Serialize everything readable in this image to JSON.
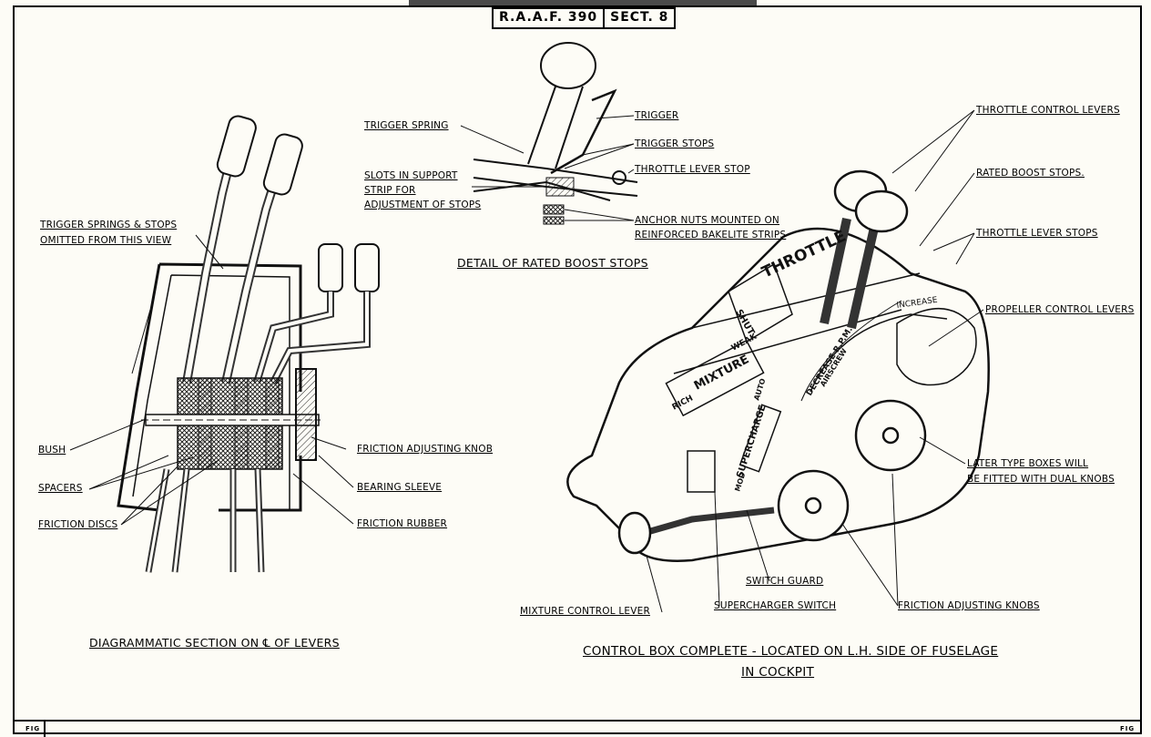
{
  "header": {
    "ref_left": "R.A.A.F. 390",
    "ref_right": "SECT. 8"
  },
  "section_view": {
    "caption": "DIAGRAMMATIC SECTION ON ℄ OF LEVERS",
    "labels": {
      "trigger_springs_1": "TRIGGER SPRINGS & STOPS",
      "trigger_springs_2": "OMITTED FROM THIS VIEW",
      "bush": "BUSH",
      "spacers": "SPACERS",
      "friction_discs": "FRICTION DISCS",
      "friction_adjusting_knob": "FRICTION ADJUSTING KNOB",
      "bearing_sleeve": "BEARING SLEEVE",
      "friction_rubber": "FRICTION RUBBER"
    }
  },
  "detail_view": {
    "caption": "DETAIL OF RATED BOOST STOPS",
    "labels": {
      "trigger_spring": "TRIGGER SPRING",
      "trigger": "TRIGGER",
      "trigger_stops": "TRIGGER STOPS",
      "throttle_lever_stop": "THROTTLE LEVER STOP",
      "slots_1": "SLOTS IN SUPPORT",
      "slots_2": "STRIP FOR",
      "slots_3": "ADJUSTMENT OF STOPS",
      "anchor_1": "ANCHOR NUTS MOUNTED ON",
      "anchor_2": "REINFORCED BAKELITE STRIPS"
    }
  },
  "complete_view": {
    "caption_1": "CONTROL BOX COMPLETE - LOCATED ON L.H. SIDE OF FUSELAGE",
    "caption_2": "IN COCKPIT",
    "labels": {
      "throttle_control_levers": "THROTTLE CONTROL LEVERS",
      "rated_boost_stops": "RATED BOOST STOPS.",
      "throttle_lever_stops": "THROTTLE LEVER STOPS",
      "propeller_control_levers": "PROPELLER CONTROL LEVERS",
      "later_type_1": "LATER TYPE BOXES WILL",
      "later_type_2": "BE FITTED WITH DUAL KNOBS",
      "switch_guard": "SWITCH GUARD",
      "supercharger_switch": "SUPERCHARGER SWITCH",
      "mixture_control_lever": "MIXTURE CONTROL LEVER",
      "friction_adjusting_knobs": "FRICTION ADJUSTING KNOBS"
    },
    "plate_text": {
      "throttle": "THROTTLE",
      "shut": "SHUT",
      "mixture": "MIXTURE",
      "rich": "RICH",
      "weak": "WEAK",
      "supercharge": "SUPERCHARGE",
      "auto": "AUTO",
      "mod": "MOD",
      "decrease": "DECREASE R.P.M.",
      "airscrew": "AIRSCREW",
      "increase": "INCREASE"
    }
  },
  "footer": {
    "fig_left": "FIG",
    "fig_right": "FIG"
  }
}
